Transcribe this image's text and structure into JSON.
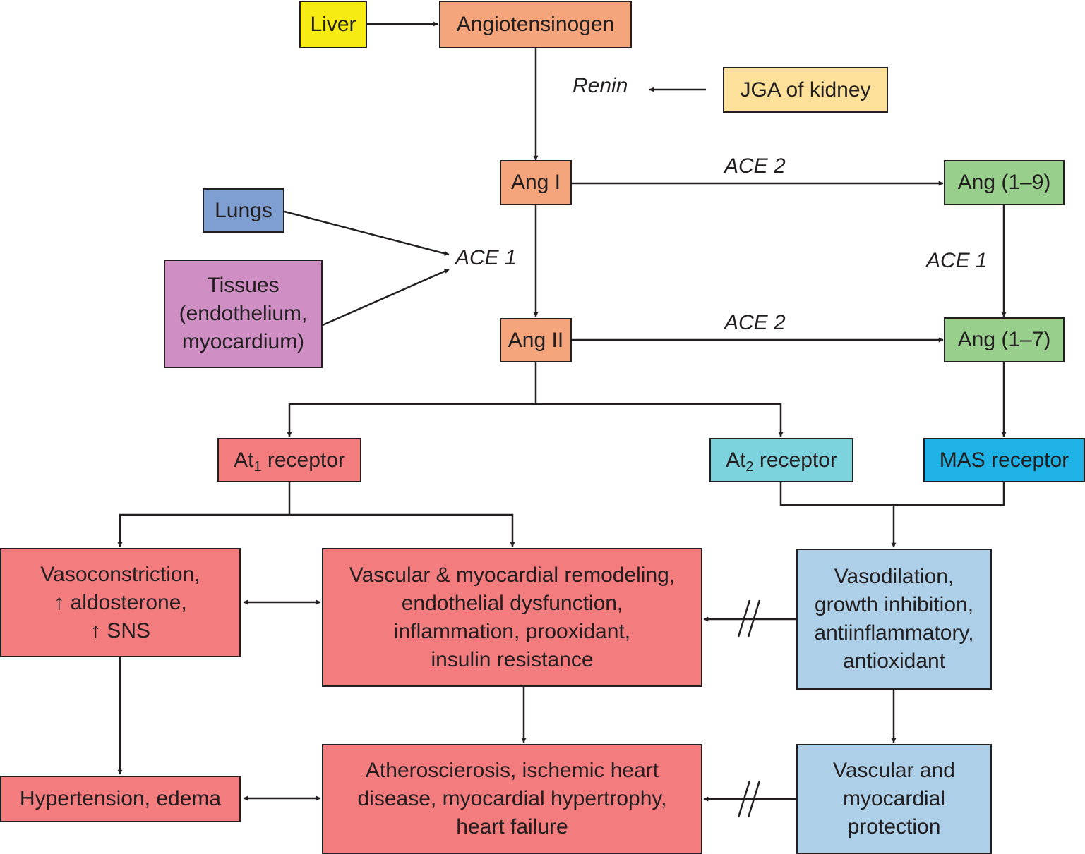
{
  "colors": {
    "liver": "#f6ec13",
    "angiotensin": "#f4a57c",
    "jga": "#fde19a",
    "lungs": "#7f9fd3",
    "tissues": "#cf8fc4",
    "ang_1_7_9": "#98cf8d",
    "at1_effects": "#f37c7e",
    "at2": "#7dd3dd",
    "mas": "#1fb2e6",
    "protective": "#add0e8",
    "line": "#231f20"
  },
  "nodes": {
    "liver": "Liver",
    "angiotensinogen": "Angiotensinogen",
    "jga": "JGA of kidney",
    "ang1": "Ang I",
    "ang2": "Ang II",
    "ang19": "Ang (1–9)",
    "ang17": "Ang (1–7)",
    "lungs": "Lungs",
    "tissues": [
      "Tissues",
      "(endothelium,",
      "myocardium)"
    ],
    "at1": {
      "main": "At",
      "sub": "1",
      "rest": " receptor"
    },
    "at2": {
      "main": "At",
      "sub": "2",
      "rest": " receptor"
    },
    "mas": "MAS receptor",
    "vasoconstriction": [
      "Vasoconstriction,",
      "↑ aldosterone,",
      "↑ SNS"
    ],
    "remodeling": [
      "Vascular & myocardial remodeling,",
      "endothelial dysfunction,",
      "inflammation, prooxidant,",
      "insulin resistance"
    ],
    "vasodilation": [
      "Vasodilation,",
      "growth inhibition,",
      "antiinflammatory,",
      "antioxidant"
    ],
    "hypertension": "Hypertension, edema",
    "atherosclerosis": [
      "Atheroscierosis, ischemic heart",
      "disease, myocardial hypertrophy,",
      "heart failure"
    ],
    "protection": [
      "Vascular and",
      "myocardial",
      "protection"
    ]
  },
  "enzymes": {
    "renin": "Renin",
    "ace1_left": "ACE 1",
    "ace2_top": "ACE 2",
    "ace2_bottom": "ACE 2",
    "ace1_right": "ACE 1"
  }
}
